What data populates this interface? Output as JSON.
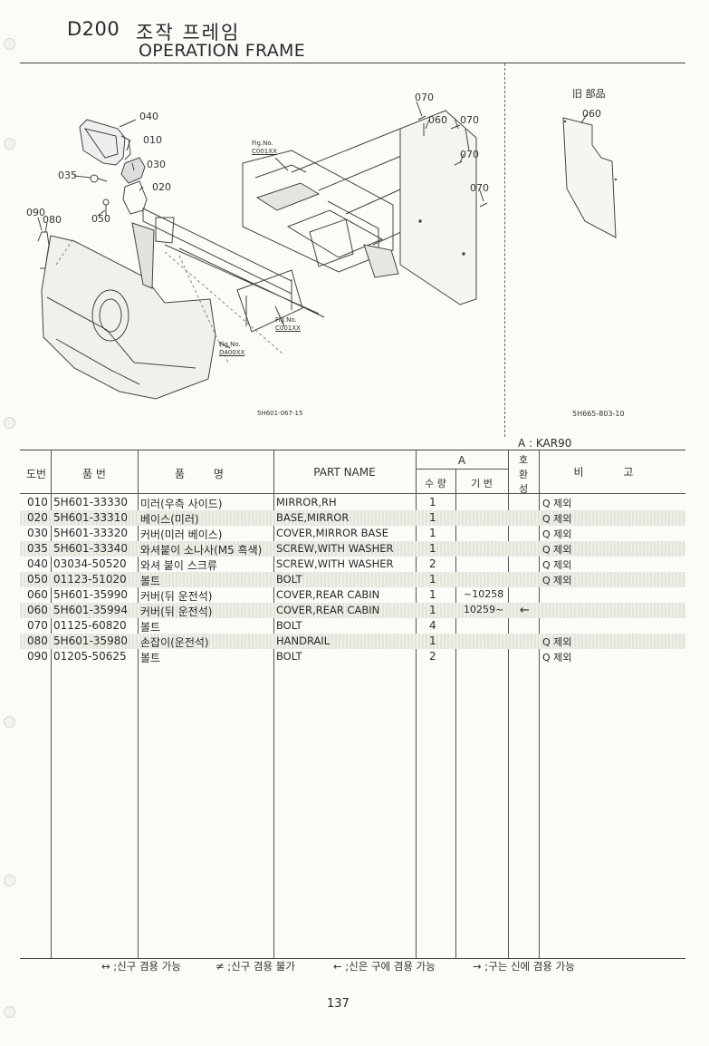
{
  "header": {
    "code": "D200",
    "title_kr": "조작 프레임",
    "title_en": "OPERATION FRAME"
  },
  "diagram": {
    "callouts": [
      "040",
      "010",
      "030",
      "035",
      "020",
      "090",
      "080",
      "050",
      "070",
      "060",
      "070",
      "070",
      "070"
    ],
    "fig_refs": [
      {
        "label": "Fig.No.",
        "code": "C001XX"
      },
      {
        "label": "Fig.No.",
        "code": "C001XX"
      },
      {
        "label": "Fig.No.",
        "code": "D400XX"
      }
    ],
    "diagram_code": "5H601-067-15",
    "old_part_title": "旧 部品",
    "old_part_callout": "060",
    "old_part_code": "5H665-803-10"
  },
  "table": {
    "model_note": "A : KAR90",
    "headers": {
      "ref_no": "도번",
      "part_no": "품 번",
      "part_name_kr": "품 명",
      "part_name_en": "PART NAME",
      "a": "A",
      "qty": "수 량",
      "serial": "기 번",
      "exchange": "호 환 성",
      "remarks": "비 고"
    },
    "rows": [
      {
        "no": "010",
        "part": "5H601-33330",
        "kr": "미러(우측 사이드)",
        "en": "MIRROR,RH",
        "qty": "1",
        "serial": "",
        "ex": "",
        "remark": "Q 제외"
      },
      {
        "no": "020",
        "part": "5H601-33310",
        "kr": "베이스(미러)",
        "en": "BASE,MIRROR",
        "qty": "1",
        "serial": "",
        "ex": "",
        "remark": "Q 제외"
      },
      {
        "no": "030",
        "part": "5H601-33320",
        "kr": "커버(미러 베이스)",
        "en": "COVER,MIRROR BASE",
        "qty": "1",
        "serial": "",
        "ex": "",
        "remark": "Q 제외"
      },
      {
        "no": "035",
        "part": "5H601-33340",
        "kr": "와셔붙이 소나사(M5 흑색)",
        "en": "SCREW,WITH WASHER",
        "qty": "1",
        "serial": "",
        "ex": "",
        "remark": "Q 제외"
      },
      {
        "no": "040",
        "part": "03034-50520",
        "kr": "와셔 붙이 스크류",
        "en": "SCREW,WITH WASHER",
        "qty": "2",
        "serial": "",
        "ex": "",
        "remark": "Q 제외"
      },
      {
        "no": "050",
        "part": "01123-51020",
        "kr": "볼트",
        "en": "BOLT",
        "qty": "1",
        "serial": "",
        "ex": "",
        "remark": "Q 제외"
      },
      {
        "no": "060",
        "part": "5H601-35990",
        "kr": "커버(뒤 운전석)",
        "en": "COVER,REAR CABIN",
        "qty": "1",
        "serial": "~10258",
        "ex": "",
        "remark": ""
      },
      {
        "no": "060",
        "part": "5H601-35994",
        "kr": "커버(뒤 운전석)",
        "en": "COVER,REAR CABIN",
        "qty": "1",
        "serial": "10259~",
        "ex": "←",
        "remark": ""
      },
      {
        "no": "070",
        "part": "01125-60820",
        "kr": "볼트",
        "en": "BOLT",
        "qty": "4",
        "serial": "",
        "ex": "",
        "remark": ""
      },
      {
        "no": "080",
        "part": "5H601-35980",
        "kr": "손잡이(운전석)",
        "en": "HANDRAIL",
        "qty": "1",
        "serial": "",
        "ex": "",
        "remark": "Q 제외"
      },
      {
        "no": "090",
        "part": "01205-50625",
        "kr": "볼트",
        "en": "BOLT",
        "qty": "2",
        "serial": "",
        "ex": "",
        "remark": "Q 제외"
      }
    ]
  },
  "legend": {
    "l1": "↔ ;신구 겸용 가능",
    "l2": "≠ ;신구 겸용 불가",
    "l3": "← ;신은 구에 겸용 가능",
    "l4": "→ ;구는 신에 겸용 가능"
  },
  "page_number": "137"
}
